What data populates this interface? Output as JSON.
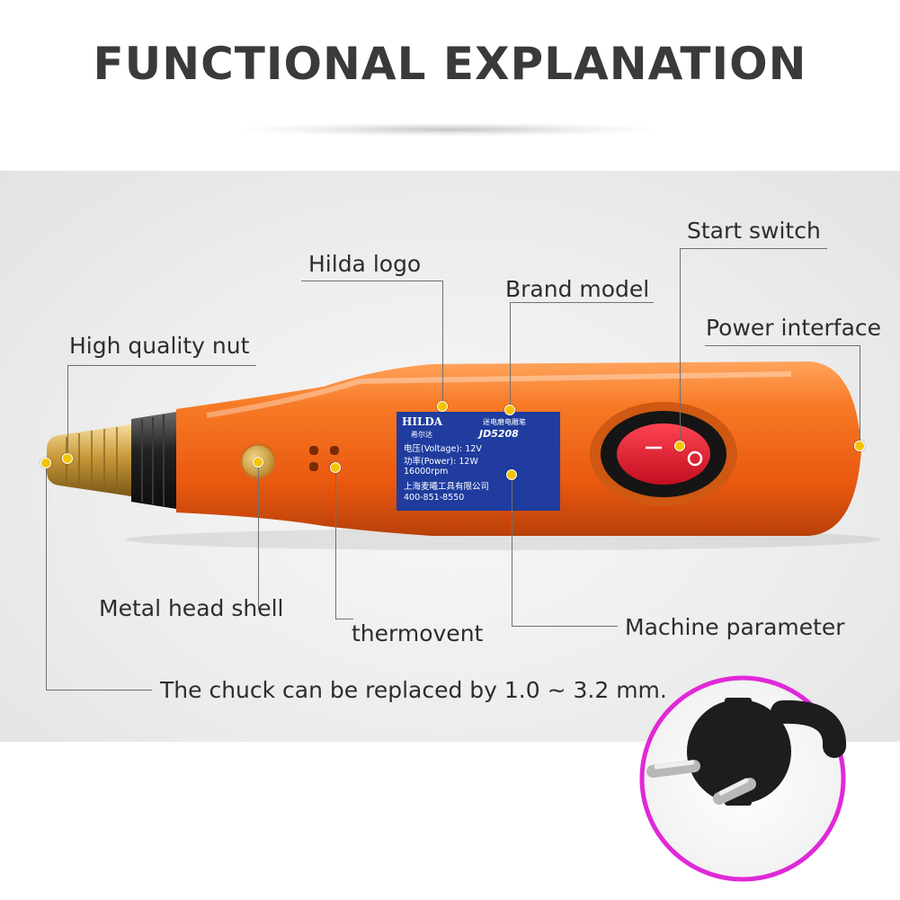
{
  "title": "FUNCTIONAL EXPLANATION",
  "colors": {
    "title": "#3a3a3a",
    "tool_body": "#f26a1b",
    "label_plate": "#1f3c9e",
    "switch_red": "#e8192c",
    "marker_dot": "#f5c400",
    "plug_ring": "#e028d8"
  },
  "labels": {
    "high_quality_nut": "High quality nut",
    "hilda_logo": "Hilda logo",
    "brand_model": "Brand model",
    "start_switch": "Start switch",
    "power_interface": "Power interface",
    "metal_head_shell": "Metal head shell",
    "thermovent": "thermovent",
    "machine_parameter": "Machine parameter",
    "chuck_note": "The chuck can be replaced by 1.0 ~ 3.2 mm."
  },
  "nameplate": {
    "brand": "HILDA",
    "brand_cn": "希尔达",
    "product_cn": "迷电磨电雕笔",
    "model": "JD5208",
    "voltage": "电压(Voltage): 12V",
    "power": "功率(Power): 12W",
    "speed": "16000rpm",
    "company": "上海麦曦工具有限公司",
    "phone": "400-851-8550"
  },
  "switch": {
    "off_symbol": "O",
    "on_symbol": "—"
  },
  "icons": [
    "marker-dot-icon",
    "power-plug-icon"
  ]
}
